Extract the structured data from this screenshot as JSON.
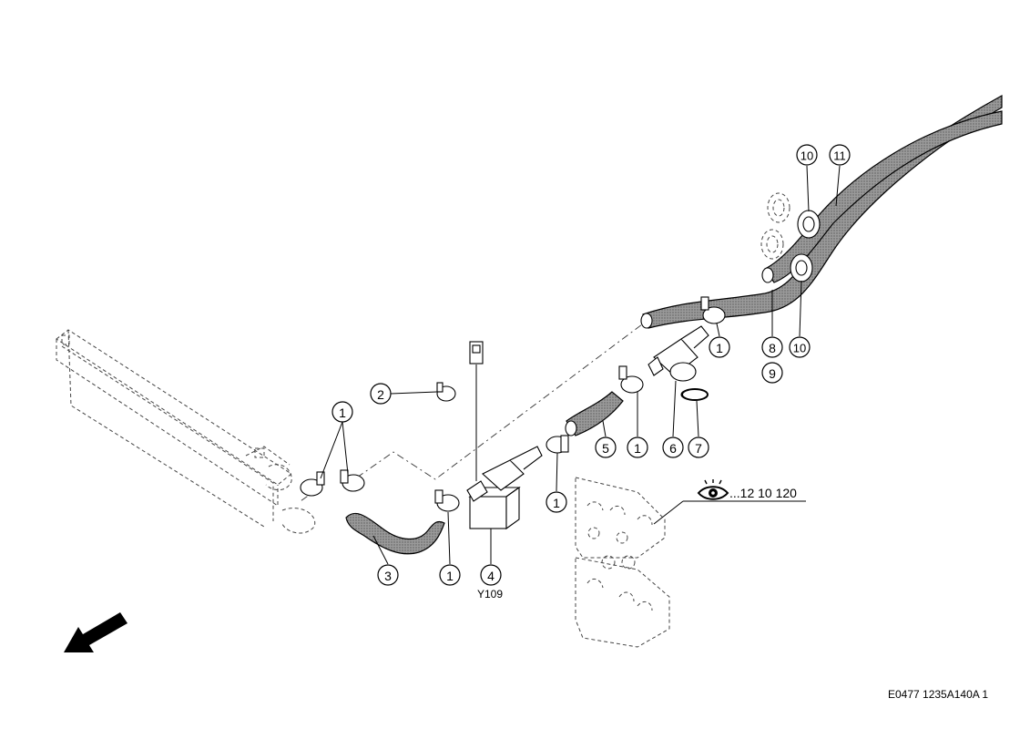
{
  "drawing_code": "E0477 1235A140A 1",
  "reference": {
    "text": "...12 10 120",
    "icon": "eye-icon"
  },
  "component_label": "Y109",
  "callouts": {
    "c1a": "1",
    "c1b": "1",
    "c1c": "1",
    "c1d": "1",
    "c1e": "1",
    "c2": "2",
    "c3": "3",
    "c4": "4",
    "c5": "5",
    "c6": "6",
    "c7": "7",
    "c8": "8",
    "c9": "9",
    "c10a": "10",
    "c10b": "10",
    "c11": "11"
  },
  "direction_arrow": "arrow-icon"
}
